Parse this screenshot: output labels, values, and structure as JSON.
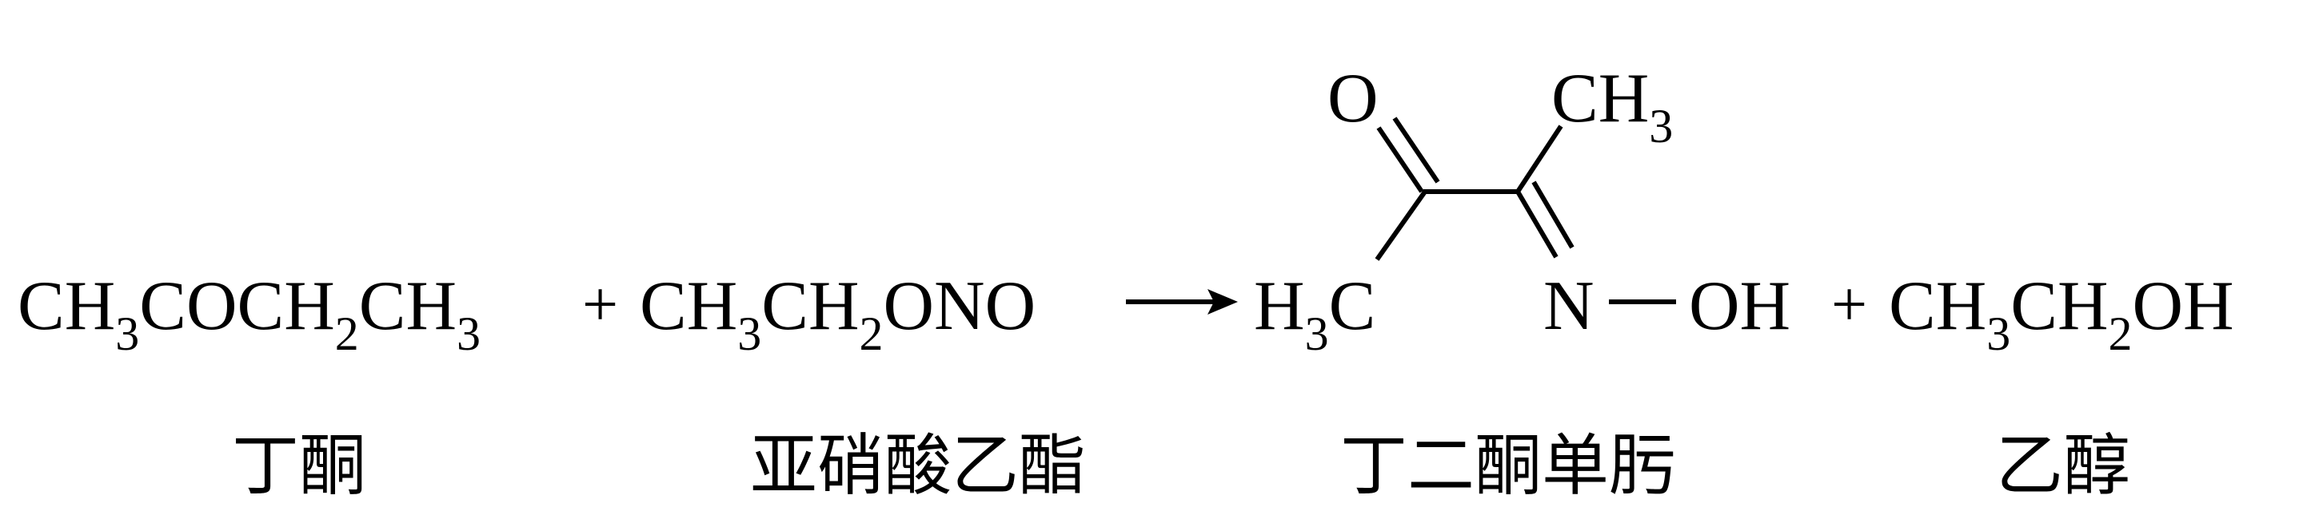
{
  "reaction": {
    "reactant1": {
      "main": "CH",
      "sub1": "3",
      "mid": "COCH",
      "sub2": "2",
      "mid2": "CH",
      "sub3": "3"
    },
    "plus1": "+",
    "reactant2": {
      "main": "CH",
      "sub1": "3",
      "mid": "CH",
      "sub2": "2",
      "tail": "ONO"
    },
    "arrow": "⟶",
    "product": {
      "o_label": "O",
      "ch3_top": {
        "main": "CH",
        "sub": "3"
      },
      "h3c": {
        "h": "H",
        "sub": "3",
        "c": "C"
      },
      "n_label": "N",
      "oh_label": "OH"
    },
    "plus2": "+",
    "byproduct": {
      "main": "CH",
      "sub1": "3",
      "mid": "CH",
      "sub2": "2",
      "tail": "OH"
    }
  },
  "labels": {
    "reactant1_name": "丁酮",
    "reactant2_name": "亚硝酸乙酯",
    "product_name": "丁二酮单肟",
    "byproduct_name": "乙醇"
  }
}
